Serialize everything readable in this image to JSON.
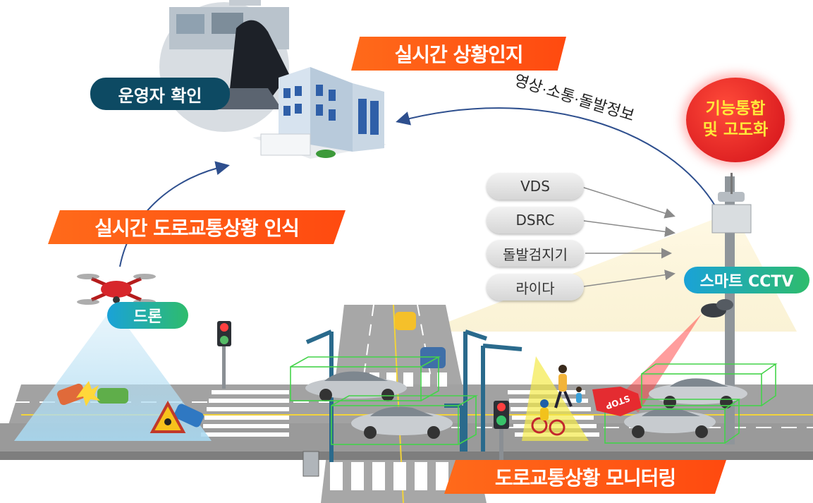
{
  "labels": {
    "situation_awareness": "실시간 상황인지",
    "operator_check": "운영자 확인",
    "info_flow": "영상·소통·돌발정보",
    "integration_line1": "기능통합",
    "integration_line2": "및 고도화",
    "road_recognition": "실시간 도로교통상황 인식",
    "drone": "드론",
    "smart_cctv": "스마트 CCTV",
    "monitoring": "도로교통상황 모니터링"
  },
  "sensors": [
    "VDS",
    "DSRC",
    "돌발검지기",
    "라이다"
  ],
  "colors": {
    "banner_orange": "#ff5a14",
    "navy_pill": "#0d4a63",
    "teal_pill": "#1aa2d8",
    "red_badge": "#e8141c",
    "road": "#9a9a9a",
    "detection_box": "#44d34a"
  },
  "icons": [
    "building-icon",
    "drone-icon",
    "cctv-pole-icon",
    "traffic-light-icon",
    "car-icon",
    "warning-sign-icon",
    "stop-sign-icon",
    "pedestrian-icon",
    "cyclist-icon"
  ]
}
